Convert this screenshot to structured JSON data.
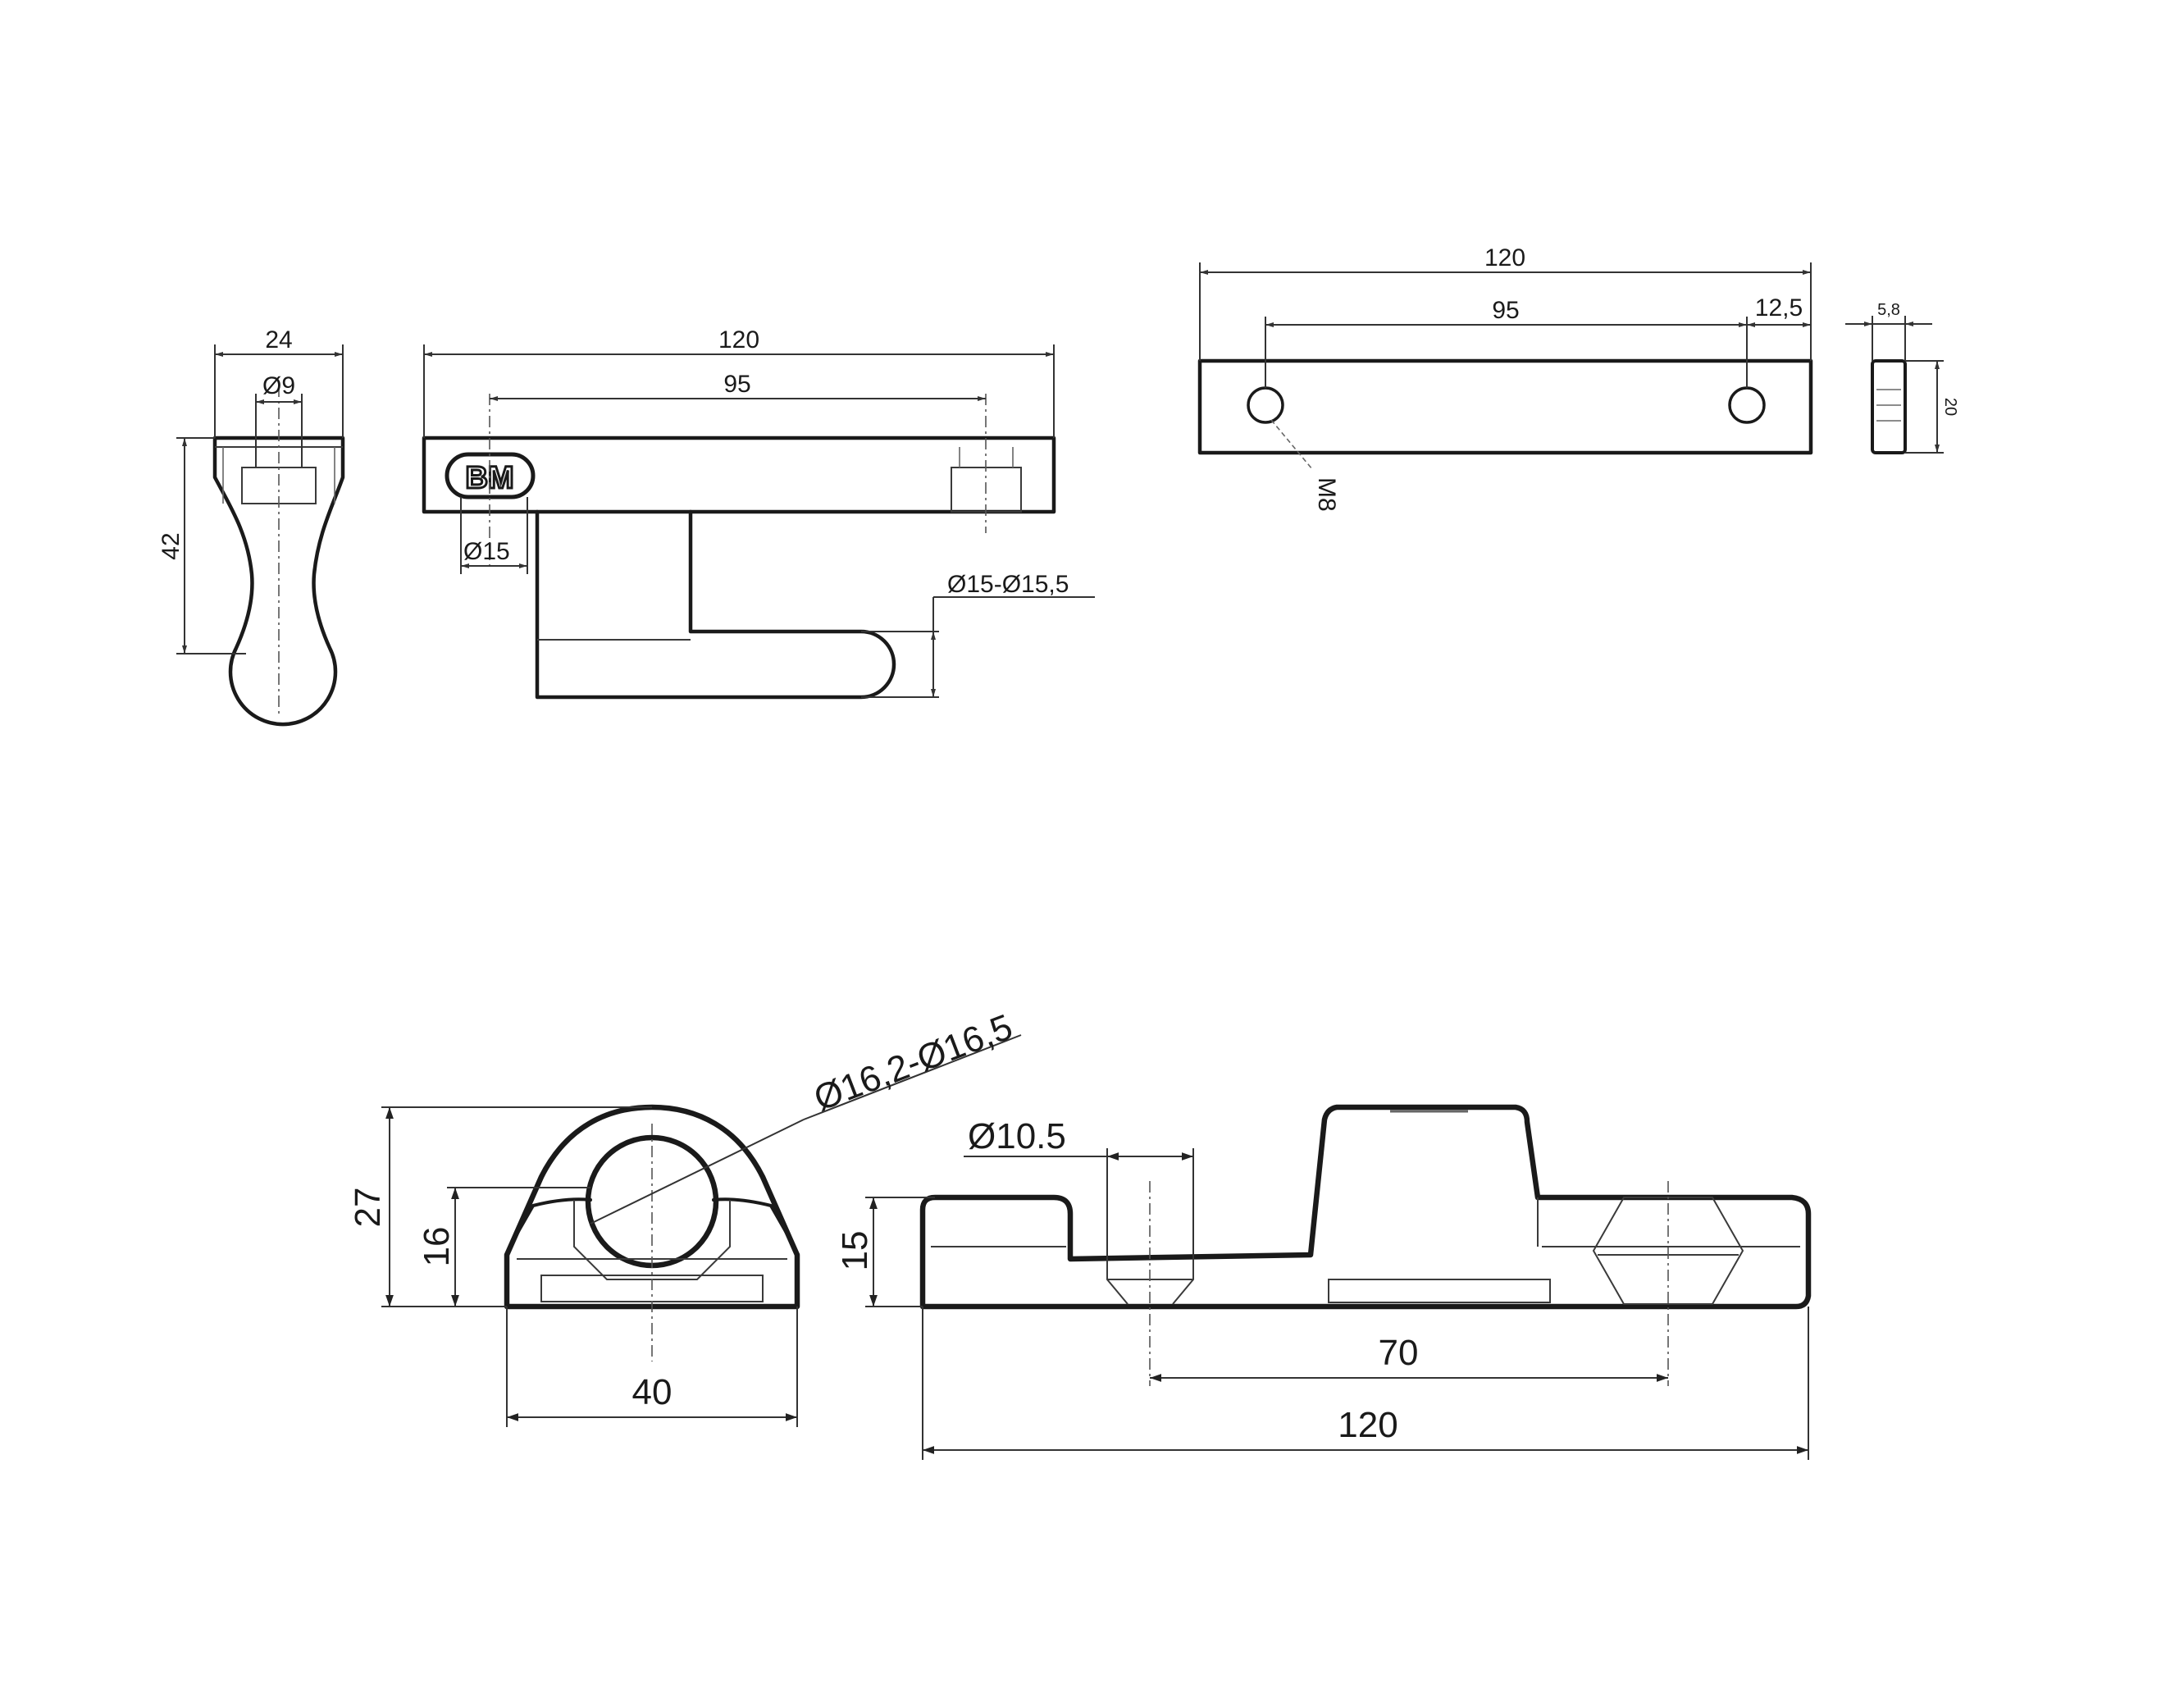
{
  "colors": {
    "ink": "#1a1a1a",
    "background": "#ffffff"
  },
  "logo_text": "BM",
  "dimensions": {
    "side_width": "24",
    "side_hole_dia": "Ø9",
    "side_height": "42",
    "front_length": "120",
    "front_hole_spacing": "95",
    "front_logo_offset": "Ø15",
    "pin_diameter": "Ø15-Ø15,5",
    "bar_length": "120",
    "bar_hole_spacing": "95",
    "bar_end_offset": "12,5",
    "bar_thread": "M8",
    "bar_thickness": "5,8",
    "bar_height": "20",
    "bracket_bore": "Ø16,2-Ø16,5",
    "bracket_height": "27",
    "bracket_bore_height": "16",
    "bracket_width": "40",
    "base_hole_dia": "Ø10.5",
    "base_height": "15",
    "base_hole_spacing": "70",
    "base_length": "120"
  }
}
